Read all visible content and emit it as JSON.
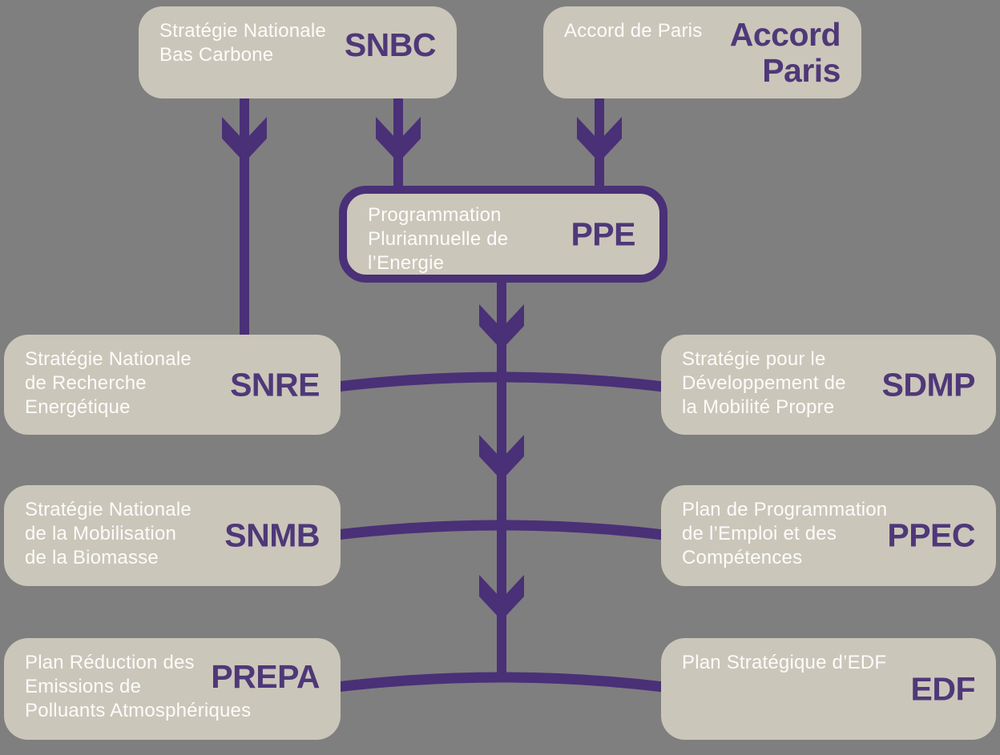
{
  "colors": {
    "background": "#7f7f7f",
    "box_fill": "#cbc6ba",
    "connector_purple": "#4a3077",
    "acronym_purple": "#4f3878",
    "label_white": "#fcfcfa"
  },
  "diagram": {
    "nodes": [
      {
        "id": "snbc",
        "label": "Stratégie Nationale\nBas Carbone",
        "acronym": "SNBC"
      },
      {
        "id": "accord",
        "label": "Accord de Paris",
        "acronym": "Accord\nParis"
      },
      {
        "id": "ppe",
        "label": "Programmation\nPluriannuelle de\nl’Energie",
        "acronym": "PPE"
      },
      {
        "id": "snre",
        "label": "Stratégie Nationale\nde Recherche\nEnergétique",
        "acronym": "SNRE"
      },
      {
        "id": "sdmp",
        "label": "Stratégie pour le\nDéveloppement de\nla Mobilité Propre",
        "acronym": "SDMP"
      },
      {
        "id": "snmb",
        "label": "Stratégie Nationale\nde la Mobilisation\nde la Biomasse",
        "acronym": "SNMB"
      },
      {
        "id": "ppec",
        "label": "Plan de Programmation\nde l’Emploi et des\nCompétences",
        "acronym": "PPEC"
      },
      {
        "id": "prepa",
        "label": "Plan Réduction des\nEmissions de\nPolluants Atmosphériques",
        "acronym": "PREPA"
      },
      {
        "id": "edf",
        "label": "Plan Stratégique d’EDF",
        "acronym": "EDF"
      }
    ],
    "connections": [
      {
        "from": "snbc",
        "to": [
          "snre"
        ],
        "type": "arrow"
      },
      {
        "from": "snbc",
        "to": [
          "ppe"
        ],
        "type": "arrow"
      },
      {
        "from": "accord",
        "to": [
          "ppe"
        ],
        "type": "arrow"
      },
      {
        "from": "ppe",
        "to": [
          "snre",
          "sdmp"
        ],
        "type": "arrow"
      },
      {
        "from": "snre-sdmp-junction",
        "to": [
          "snmb",
          "ppec"
        ],
        "type": "arrow"
      },
      {
        "from": "snmb-ppec-junction",
        "to": [
          "prepa",
          "edf"
        ],
        "type": "arrow"
      }
    ]
  }
}
